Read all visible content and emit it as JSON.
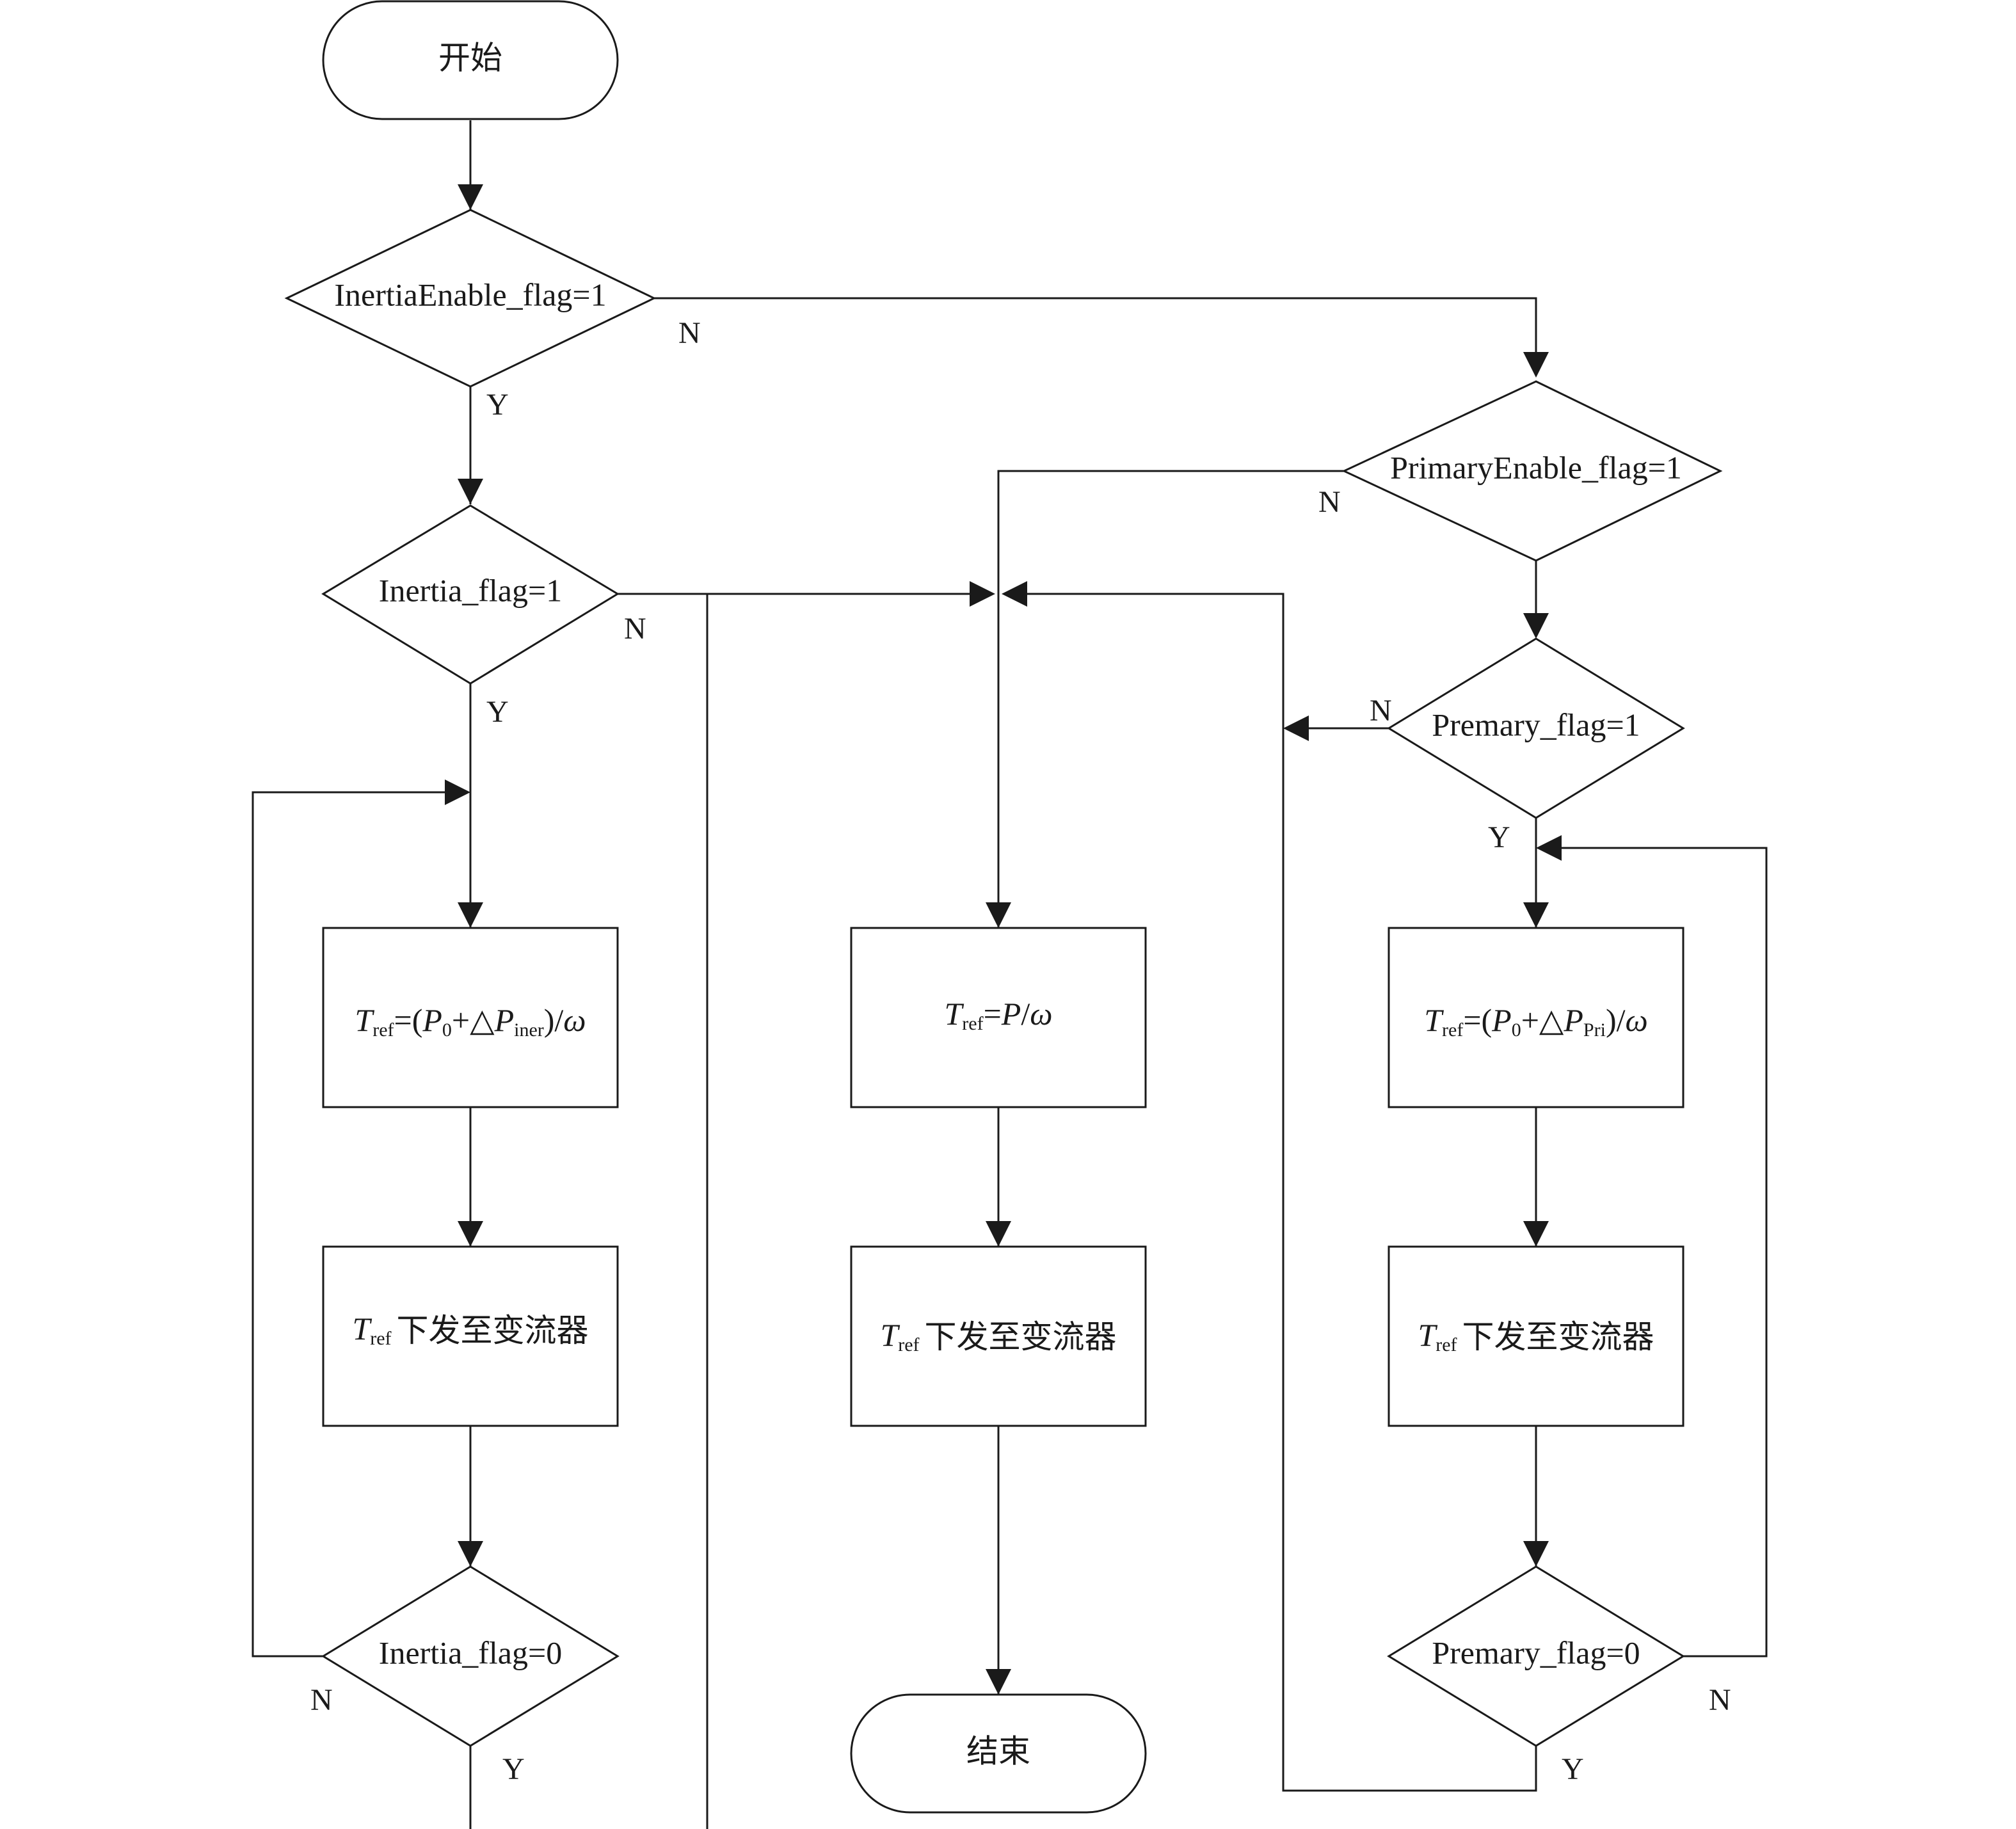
{
  "nodes": {
    "start": "开始",
    "end": "结束",
    "inertia_enable": "InertiaEnable_flag=1",
    "primary_enable": "PrimaryEnable_flag=1",
    "inertia_flag1": "Inertia_flag=1",
    "premary_flag1": "Premary_flag=1",
    "inertia_flag0": "Inertia_flag=0",
    "premary_flag0": "Premary_flag=0",
    "tref_iner": {
      "T": "T",
      "ref": "ref",
      "eq_open": "=(",
      "P": "P",
      "zero": "0",
      "plus_delta": "+△",
      "P2": "P",
      "iner": "iner",
      "close": ")/",
      "omega": "ω"
    },
    "tref_mid": {
      "T": "T",
      "ref": "ref",
      "eq": "=",
      "P": "P",
      "slash": "/",
      "omega": "ω"
    },
    "tref_pri": {
      "T": "T",
      "ref": "ref",
      "eq_open": "=(",
      "P": "P",
      "zero": "0",
      "plus_delta": "+△",
      "P2": "P",
      "pri": "Pri",
      "close": ")/",
      "omega": "ω"
    },
    "send": {
      "T": "T",
      "ref": "ref",
      "text": "下发至变流器"
    }
  },
  "labels": {
    "yes": "Y",
    "no": "N"
  }
}
